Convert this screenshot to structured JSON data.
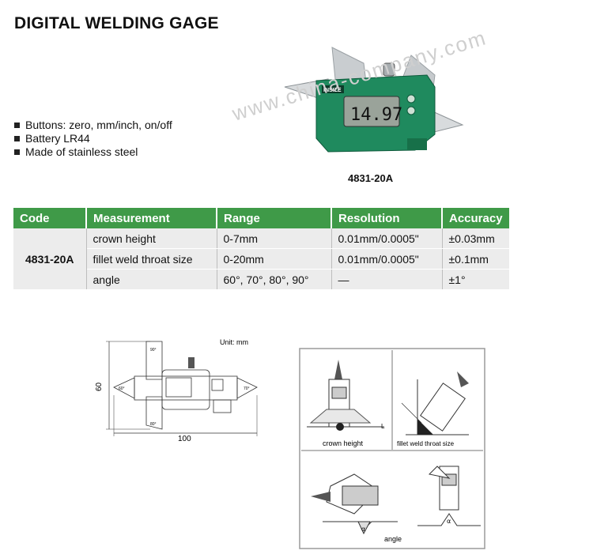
{
  "title": "DIGITAL WELDING GAGE",
  "features": [
    "Buttons: zero, mm/inch, on/off",
    "Battery LR44",
    "Made of stainless steel"
  ],
  "product": {
    "model_code": "4831-20A",
    "brand": "INSIZE",
    "display_value": "14.97",
    "watermark": "www.china-company.com"
  },
  "table": {
    "headers": [
      "Code",
      "Measurement",
      "Range",
      "Resolution",
      "Accuracy"
    ],
    "code": "4831-20A",
    "rows": [
      {
        "measurement": "crown height",
        "range": "0-7mm",
        "resolution": "0.01mm/0.0005\"",
        "accuracy": "±0.03mm"
      },
      {
        "measurement": "fillet weld throat size",
        "range": "0-20mm",
        "resolution": "0.01mm/0.0005\"",
        "accuracy": "±0.1mm"
      },
      {
        "measurement": "angle",
        "range": "60°, 70°, 80°, 90°",
        "resolution": "—",
        "accuracy": "±1°"
      }
    ]
  },
  "drawing": {
    "unit": "Unit: mm",
    "height": "60",
    "width": "100",
    "angles": [
      "90°",
      "60°",
      "70°",
      "80°"
    ]
  },
  "usage": {
    "crown_height": "crown height",
    "fillet": "fillet weld throat size",
    "angle": "angle",
    "marker_L": "L",
    "marker_alpha": "α"
  },
  "colors": {
    "header_green": "#3f9a48",
    "device_green": "#1f8a5e",
    "cell_gray": "#ececec"
  }
}
